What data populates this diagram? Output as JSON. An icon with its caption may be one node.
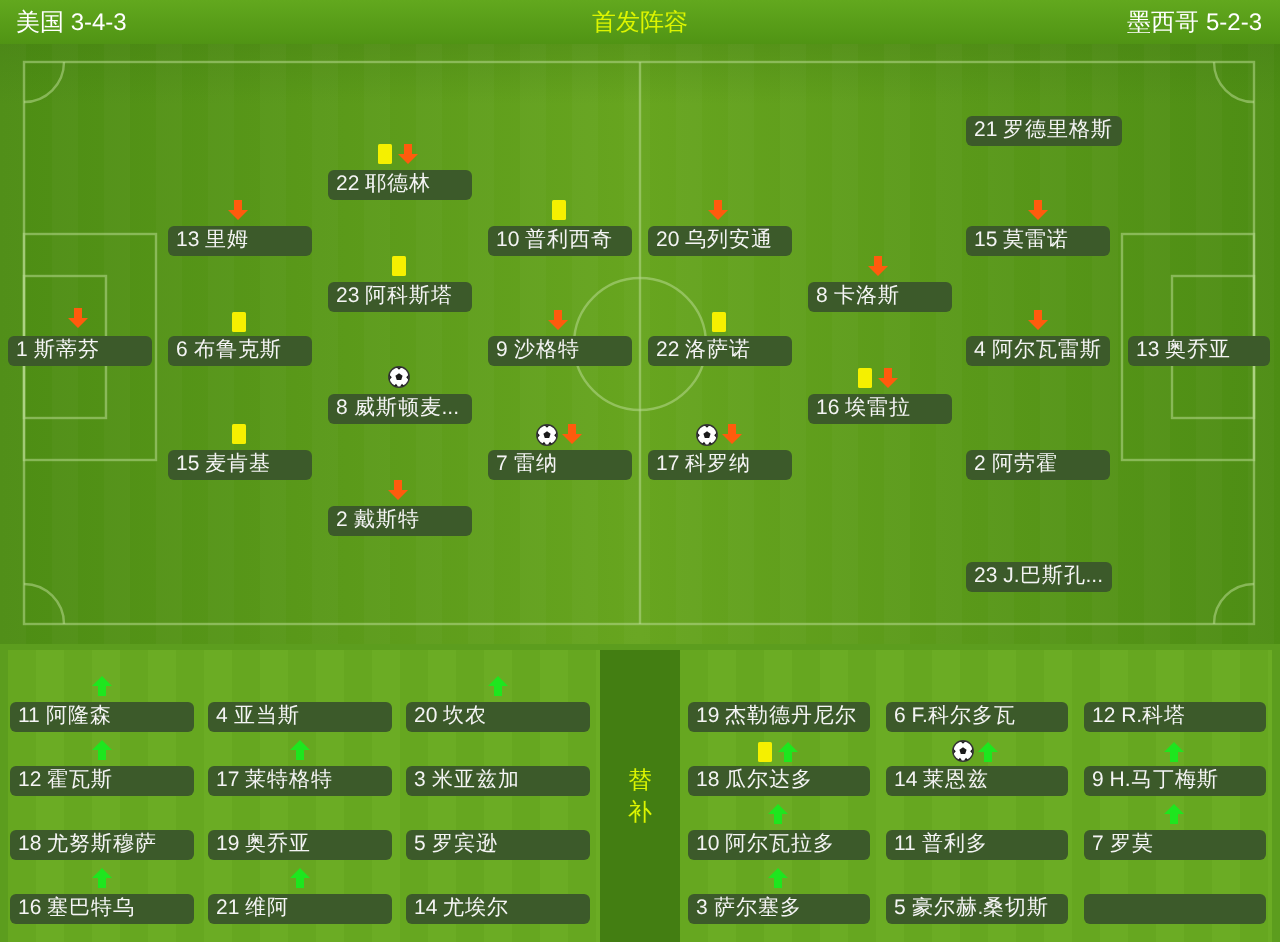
{
  "diagram": {
    "title": "首发阵容",
    "nodes": [
      {
        "text": [
          "1 斯蒂芬"
        ]
      },
      {
        "text": [
          "13 里姆"
        ]
      },
      {
        "text": [
          "6 布鲁克斯"
        ]
      },
      {
        "text": [
          "15 麦肯基"
        ]
      },
      {
        "text": [
          "22 耶德林"
        ]
      },
      {
        "text": [
          "23 阿科斯塔"
        ]
      },
      {
        "text": [
          "8 威斯顿麦..."
        ]
      },
      {
        "text": [
          "2 戴斯特"
        ]
      },
      {
        "text": [
          "10 普利西奇"
        ]
      },
      {
        "text": [
          "9 沙格特"
        ]
      },
      {
        "text": [
          "7 雷纳"
        ]
      },
      {
        "text": [
          "20 乌列安通"
        ]
      },
      {
        "text": [
          "22 洛萨诺"
        ]
      },
      {
        "text": [
          "17 科罗纳"
        ]
      },
      {
        "text": [
          "8 卡洛斯"
        ]
      },
      {
        "text": [
          "16 埃雷拉"
        ]
      },
      {
        "text": [
          "21 罗德里格斯"
        ]
      },
      {
        "text": [
          "15 莫雷诺"
        ]
      },
      {
        "text": [
          "4 阿尔瓦雷斯"
        ]
      },
      {
        "text": [
          "2 阿劳霍"
        ]
      },
      {
        "text": [
          "23 J.巴斯孔..."
        ]
      },
      {
        "text": [
          "13 奥乔亚"
        ]
      },
      {
        "text": [
          "11 阿隆森"
        ]
      },
      {
        "text": [
          "4 亚当斯"
        ]
      },
      {
        "text": [
          "20 坎农"
        ]
      },
      {
        "text": [
          "12 霍瓦斯"
        ]
      },
      {
        "text": [
          "17 莱特格特"
        ]
      },
      {
        "text": [
          "3 米亚兹加"
        ]
      },
      {
        "text": [
          "18 尤努斯穆萨"
        ]
      },
      {
        "text": [
          "19 奥乔亚"
        ]
      },
      {
        "text": [
          "5 罗宾逊"
        ]
      },
      {
        "text": [
          "16 塞巴特乌"
        ]
      },
      {
        "text": [
          "21 维阿"
        ]
      },
      {
        "text": [
          "14 尤埃尔"
        ]
      },
      {
        "text": [
          "19 杰勒德丹尼尔"
        ]
      },
      {
        "text": [
          "6 F.科尔多瓦"
        ]
      },
      {
        "text": [
          "12 R.科塔"
        ]
      },
      {
        "text": [
          "18 瓜尔达多"
        ]
      },
      {
        "text": [
          "14 莱恩兹"
        ]
      },
      {
        "text": [
          "9 H.马丁梅斯"
        ]
      },
      {
        "text": [
          "10 阿尔瓦拉多"
        ]
      },
      {
        "text": [
          "11 普利多"
        ]
      },
      {
        "text": [
          "7 罗莫"
        ]
      },
      {
        "text": [
          "3 萨尔塞多"
        ]
      },
      {
        "text": [
          "5 豪尔赫.桑切斯"
        ]
      },
      {
        "text": [],
        "shape": "box"
      }
    ],
    "labels": [
      "美国 3-4-3",
      "墨西哥 5-2-3",
      "替补"
    ]
  }
}
